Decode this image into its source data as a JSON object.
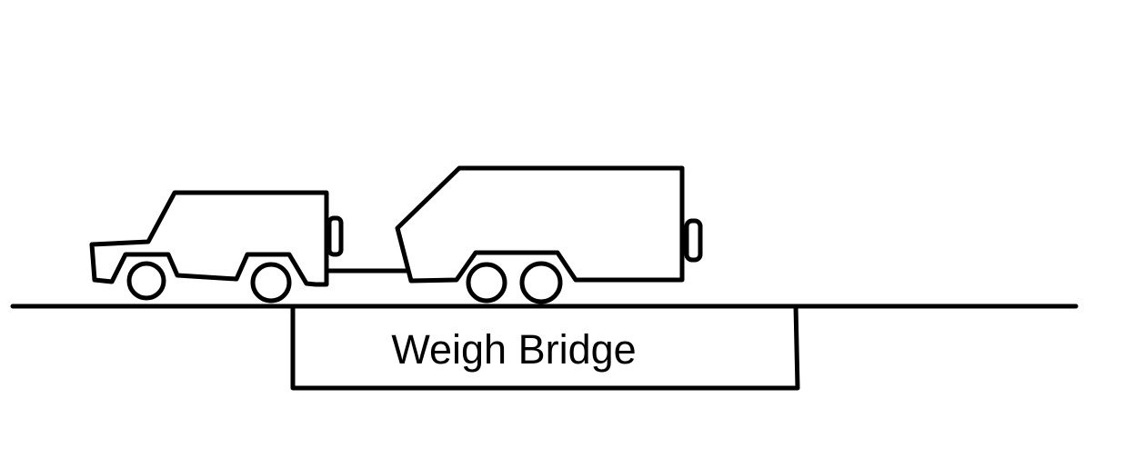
{
  "page": {
    "background_color": "#ffffff",
    "ink_color": "#000000",
    "description": "Hand-drawn line diagram of a car towing a trailer standing on a weigh bridge set into the ground"
  },
  "diagram": {
    "weigh_bridge_label": "Weigh Bridge",
    "elements": [
      {
        "name": "towing-car",
        "wheel_count": 2
      },
      {
        "name": "trailer",
        "wheel_count": 2
      },
      {
        "name": "tow-bar"
      },
      {
        "name": "ground-line"
      },
      {
        "name": "weigh-bridge-box"
      }
    ]
  }
}
